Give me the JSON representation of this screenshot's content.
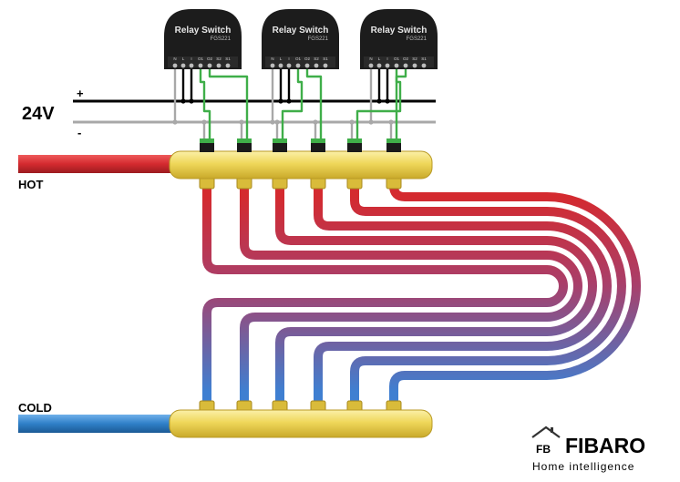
{
  "labels": {
    "voltage": "24V",
    "plus": "+",
    "minus": "-",
    "hot": "HOT",
    "cold": "COLD"
  },
  "relays": [
    {
      "title": "Relay Switch",
      "model": "FGS221",
      "pins": [
        "N",
        "L",
        "I",
        "O1",
        "O2",
        "S2",
        "S1"
      ]
    },
    {
      "title": "Relay Switch",
      "model": "FGS221",
      "pins": [
        "N",
        "L",
        "I",
        "O1",
        "O2",
        "S2",
        "S1"
      ]
    },
    {
      "title": "Relay Switch",
      "model": "FGS221",
      "pins": [
        "N",
        "L",
        "I",
        "O1",
        "O2",
        "S2",
        "S1"
      ]
    }
  ],
  "logo": {
    "brand": "FIBARO",
    "tagline": "Home intelligence",
    "mark": "FB"
  },
  "colors": {
    "hot": "#d42a2f",
    "cold": "#3f7fd1",
    "manifold": "#efd75a",
    "signal_wire": "#3fae49",
    "plus_wire": "#000000",
    "minus_wire": "#a8a8a8",
    "relay_body": "#1c1c1c"
  }
}
